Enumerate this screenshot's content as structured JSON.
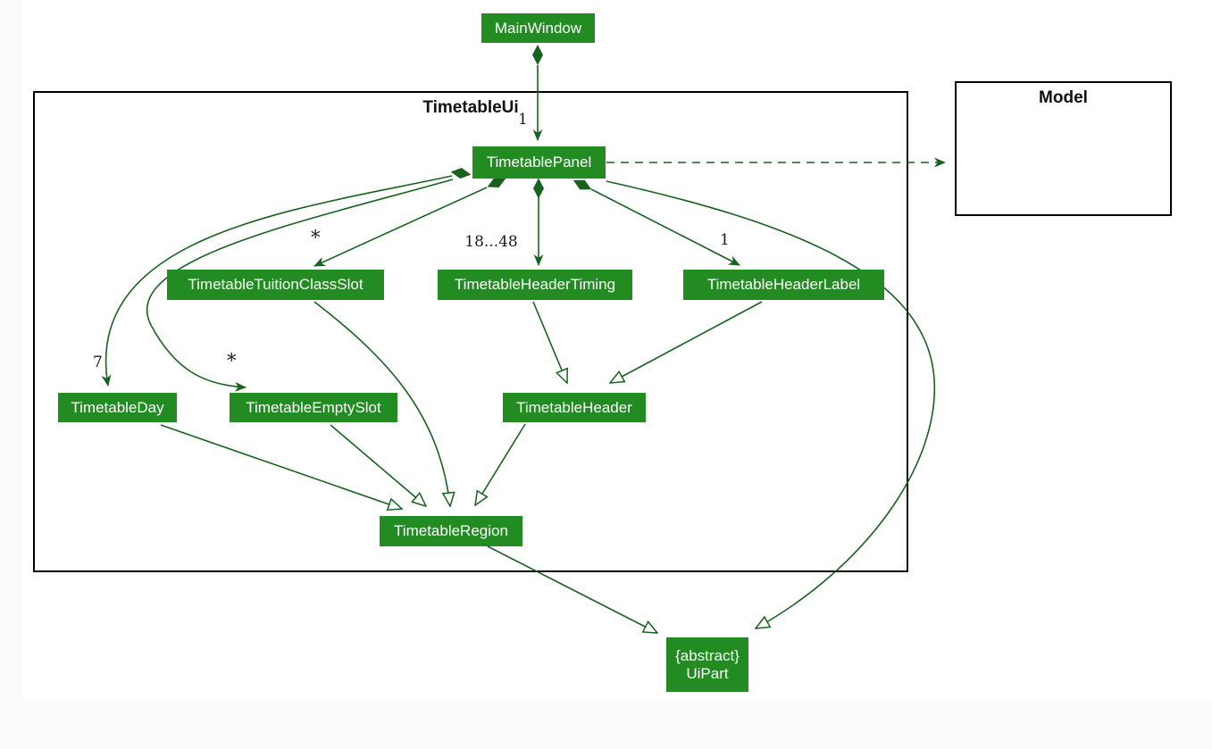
{
  "diagram_title": "TimetableUi class diagram",
  "colors": {
    "class_fill": "#228B22",
    "class_text": "#ffffff",
    "edge": "#17631d",
    "container_border": "#000000",
    "label_text": "#1a1a1a",
    "page_margin": "#fbfbfb"
  },
  "containers": {
    "timetable_ui": {
      "label": "TimetableUi"
    },
    "model": {
      "label": "Model"
    }
  },
  "classes": {
    "main_window": {
      "label": "MainWindow"
    },
    "timetable_panel": {
      "label": "TimetablePanel"
    },
    "timetable_tuition_class_slot": {
      "label": "TimetableTuitionClassSlot"
    },
    "timetable_header_timing": {
      "label": "TimetableHeaderTiming"
    },
    "timetable_header_label": {
      "label": "TimetableHeaderLabel"
    },
    "timetable_day": {
      "label": "TimetableDay"
    },
    "timetable_empty_slot": {
      "label": "TimetableEmptySlot"
    },
    "timetable_header": {
      "label": "TimetableHeader"
    },
    "timetable_region": {
      "label": "TimetableRegion"
    },
    "uipart": {
      "label": "{abstract}\nUiPart"
    }
  },
  "multiplicities": {
    "main_to_panel": "1",
    "panel_to_tuition": "*",
    "panel_to_timing": "18...48",
    "panel_to_header_label": "1",
    "panel_to_day": "7",
    "panel_to_empty": "*"
  },
  "relationships": [
    {
      "from": "MainWindow",
      "to": "TimetablePanel",
      "type": "composition",
      "multiplicity": "1"
    },
    {
      "from": "TimetablePanel",
      "to": "TimetableDay",
      "type": "composition",
      "multiplicity": "7"
    },
    {
      "from": "TimetablePanel",
      "to": "TimetableEmptySlot",
      "type": "composition",
      "multiplicity": "*"
    },
    {
      "from": "TimetablePanel",
      "to": "TimetableTuitionClassSlot",
      "type": "composition",
      "multiplicity": "*"
    },
    {
      "from": "TimetablePanel",
      "to": "TimetableHeaderTiming",
      "type": "composition",
      "multiplicity": "18...48"
    },
    {
      "from": "TimetablePanel",
      "to": "TimetableHeaderLabel",
      "type": "composition",
      "multiplicity": "1"
    },
    {
      "from": "TimetablePanel",
      "to": "Model",
      "type": "dashed-dependency"
    },
    {
      "from": "TimetableHeaderTiming",
      "to": "TimetableHeader",
      "type": "inheritance-triangle"
    },
    {
      "from": "TimetableHeaderLabel",
      "to": "TimetableHeader",
      "type": "inheritance-triangle"
    },
    {
      "from": "TimetableDay",
      "to": "TimetableRegion",
      "type": "inheritance-triangle"
    },
    {
      "from": "TimetableEmptySlot",
      "to": "TimetableRegion",
      "type": "inheritance-triangle"
    },
    {
      "from": "TimetableTuitionClassSlot",
      "to": "TimetableRegion",
      "type": "inheritance-triangle"
    },
    {
      "from": "TimetableHeader",
      "to": "TimetableRegion",
      "type": "inheritance-triangle"
    },
    {
      "from": "TimetableRegion",
      "to": "UiPart",
      "type": "inheritance-triangle"
    },
    {
      "from": "TimetablePanel",
      "to": "UiPart",
      "type": "inheritance-triangle"
    }
  ]
}
